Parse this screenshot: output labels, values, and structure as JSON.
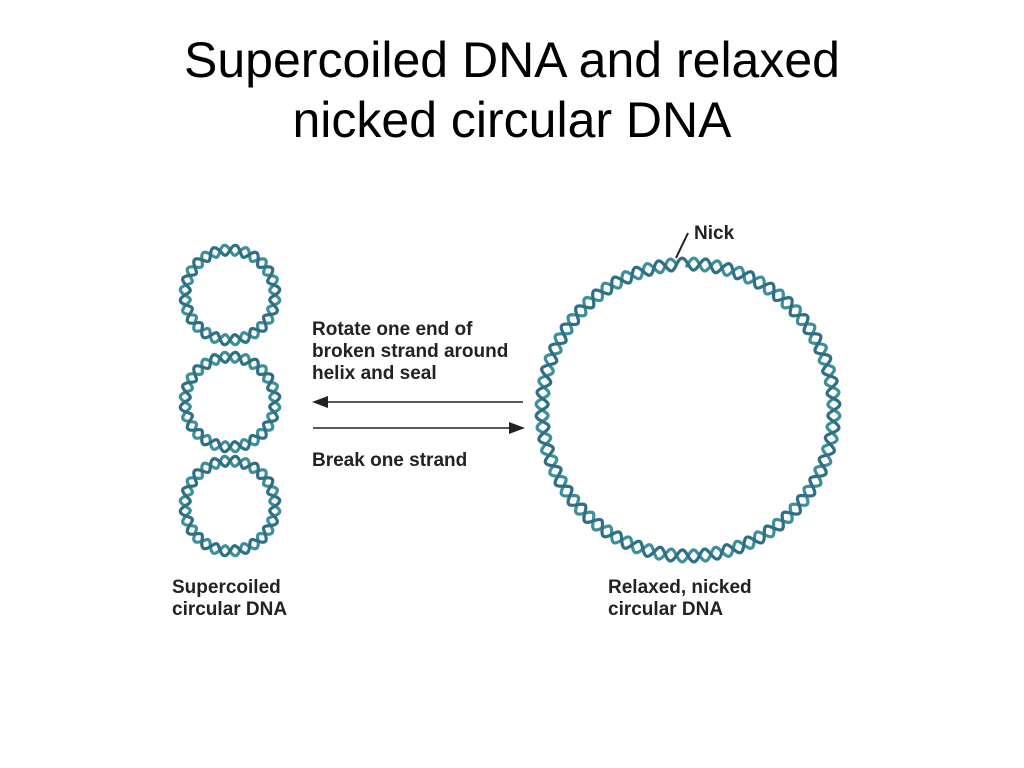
{
  "title": {
    "line1": "Supercoiled DNA and relaxed",
    "line2": "nicked circular DNA"
  },
  "labels": {
    "nick": "Nick",
    "rotate": [
      "Rotate one end of",
      "broken strand around",
      "helix and seal"
    ],
    "break": "Break one strand",
    "supercoiled": [
      "Supercoiled",
      "circular DNA"
    ],
    "relaxed": [
      "Relaxed, nicked",
      "circular DNA"
    ]
  },
  "colors": {
    "strand_a": "#3d8f9a",
    "strand_b": "#2f6f86",
    "text": "#222222"
  }
}
